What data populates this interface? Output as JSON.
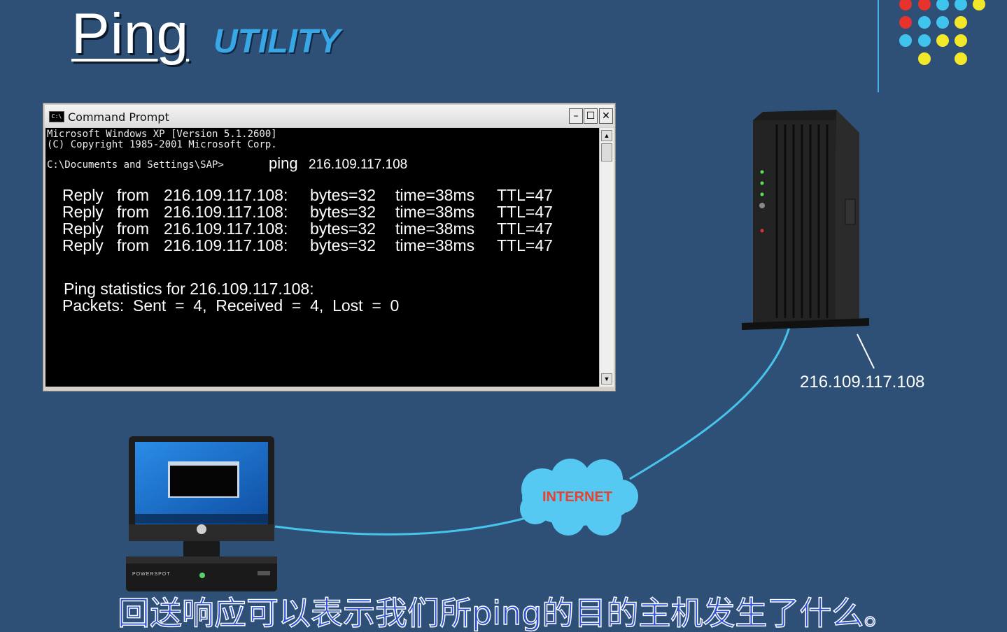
{
  "header": {
    "title": "Ping",
    "subtitle": "UTILITY"
  },
  "command_prompt": {
    "window_title": "Command Prompt",
    "icon_text": "C:\\",
    "controls": {
      "minimize": "–",
      "maximize": "☐",
      "close": "✕"
    },
    "banner_line1": "Microsoft Windows XP [Version 5.1.2600]",
    "banner_line2": "(C) Copyright 1985-2001 Microsoft Corp.",
    "prompt": "C:\\Documents and Settings\\SAP>",
    "command": "ping",
    "command_arg": "216.109.117.108",
    "replies": [
      {
        "word": "Reply",
        "from": "from",
        "address": "216.109.117.108:",
        "bytes": "bytes=32",
        "time": "time=38ms",
        "ttl": "TTL=47"
      },
      {
        "word": "Reply",
        "from": "from",
        "address": "216.109.117.108:",
        "bytes": "bytes=32",
        "time": "time=38ms",
        "ttl": "TTL=47"
      },
      {
        "word": "Reply",
        "from": "from",
        "address": "216.109.117.108:",
        "bytes": "bytes=32",
        "time": "time=38ms",
        "ttl": "TTL=47"
      },
      {
        "word": "Reply",
        "from": "from",
        "address": "216.109.117.108:",
        "bytes": "bytes=32",
        "time": "time=38ms",
        "ttl": "TTL=47"
      }
    ],
    "stats_heading": "Ping statistics for 216.109.117.108:",
    "stats_line": "Packets:  Sent  =  4,  Received  =  4,  Lost  =  0",
    "scroll_up": "▲",
    "scroll_down": "▼"
  },
  "diagram": {
    "server_ip": "216.109.117.108",
    "cloud_label": "INTERNET",
    "computer_brand": "POWERSPOT"
  },
  "caption": "回送响应可以表示我们所ping的目的主机发生了什么。",
  "colors": {
    "background": "#2e5077",
    "accent_blue": "#39a7e6",
    "link_line": "#47c4ec",
    "cloud": "#55c9f2",
    "cloud_text": "#e8412e",
    "dot_red": "#e8322c",
    "dot_cyan": "#3fc4ee",
    "dot_yellow": "#f3e72a"
  }
}
